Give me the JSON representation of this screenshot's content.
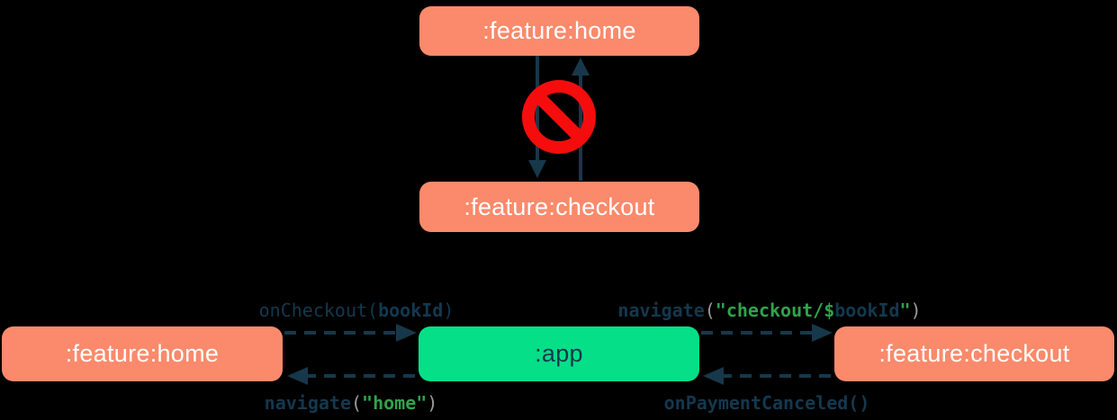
{
  "colors": {
    "background": "#000000",
    "feature_module_fill": "#FA8A6B",
    "app_module_fill": "#05DF87",
    "module_text_light": "#FFFFFF",
    "navy_text_and_arrows": "#17384A",
    "code_string_green": "#31A24C",
    "code_paren_gray": "#9C9C9C",
    "no_entry_red": "#F50D0D"
  },
  "top_diagram": {
    "home_module_label": ":feature:home",
    "checkout_module_label": ":feature:checkout",
    "no_entry_icon": "no-entry-icon",
    "meaning": "direct dependency between feature modules is forbidden"
  },
  "bottom_diagram": {
    "home_module_label": ":feature:home",
    "app_module_label": ":app",
    "checkout_module_label": ":feature:checkout",
    "on_checkout_call": {
      "fn_open": "onCheckout(",
      "arg": "bookId",
      "close": ")"
    },
    "navigate_home_call": {
      "fn": "navigate",
      "open": "(",
      "string": "\"home\"",
      "close": ")"
    },
    "navigate_checkout_call": {
      "fn": "navigate",
      "open": "(",
      "string_before": "\"checkout/$",
      "arg": "bookId",
      "string_after": "\"",
      "close": ")"
    },
    "on_payment_canceled_call": {
      "fn_full": "onPaymentCanceled()"
    }
  }
}
